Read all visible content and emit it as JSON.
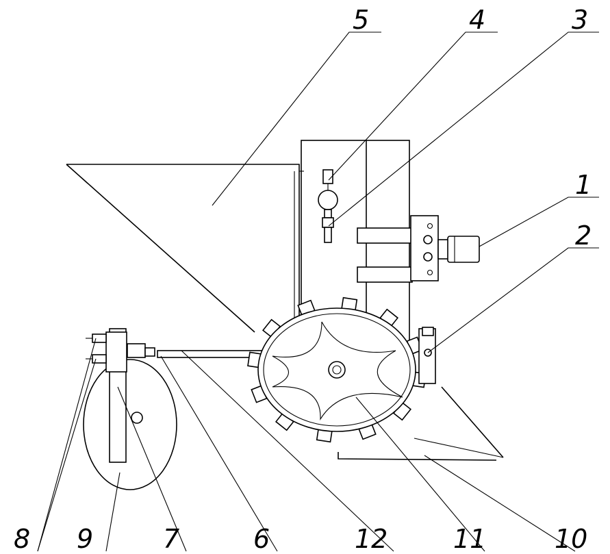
{
  "callouts": [
    {
      "id": "1",
      "text": "1"
    },
    {
      "id": "2",
      "text": "2"
    },
    {
      "id": "3",
      "text": "3"
    },
    {
      "id": "4",
      "text": "4"
    },
    {
      "id": "5",
      "text": "5"
    },
    {
      "id": "6",
      "text": "6"
    },
    {
      "id": "7",
      "text": "7"
    },
    {
      "id": "8",
      "text": "8"
    },
    {
      "id": "9",
      "text": "9"
    },
    {
      "id": "10",
      "text": "10"
    },
    {
      "id": "11",
      "text": "11"
    },
    {
      "id": "12",
      "text": "12"
    }
  ],
  "colors": {
    "line": "#000000",
    "background": "#ffffff"
  }
}
